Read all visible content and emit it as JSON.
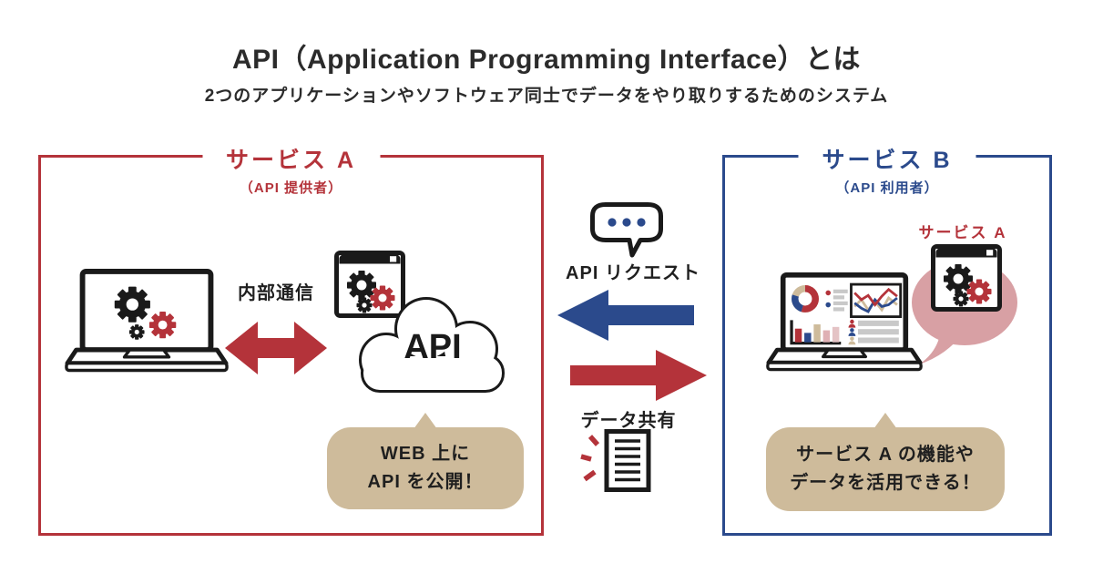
{
  "header": {
    "title": "API（Application Programming Interface）とは",
    "subtitle": "2つのアプリケーションやソフトウェア同士でデータをやり取りするためのシステム"
  },
  "service_a": {
    "title": "サービス A",
    "role": "（API 提供者）",
    "internal_comm_label": "内部通信",
    "cloud_label": "API",
    "bubble": {
      "line1": "WEB 上に",
      "line2": "API を公開！"
    }
  },
  "exchange": {
    "request_label": "API リクエスト",
    "share_label": "データ共有"
  },
  "service_b": {
    "title": "サービス B",
    "role": "（API 利用者）",
    "embedded_service_tag": "サービス A",
    "bubble": {
      "line1": "サービス A の機能や",
      "line2": "データを活用できる！"
    }
  },
  "icons": {
    "service_a_laptop": "laptop-with-gears",
    "service_a_app": "browser-window-with-gears",
    "api_cloud": "cloud",
    "internal_comm": "double-headed-arrow",
    "request": "chat-bubble-three-dots",
    "request_arrow": "left-arrow",
    "share_arrow": "right-arrow",
    "share": "document-with-lines",
    "service_b_laptop": "laptop-with-dashboard",
    "service_b_app": "browser-window-with-gears-in-speech-bubble"
  },
  "colors": {
    "red": "#b4333a",
    "blue": "#2b4a8c",
    "tan": "#cebb9b",
    "pink": "#d8a0a4",
    "ink": "#1a1a1a"
  }
}
